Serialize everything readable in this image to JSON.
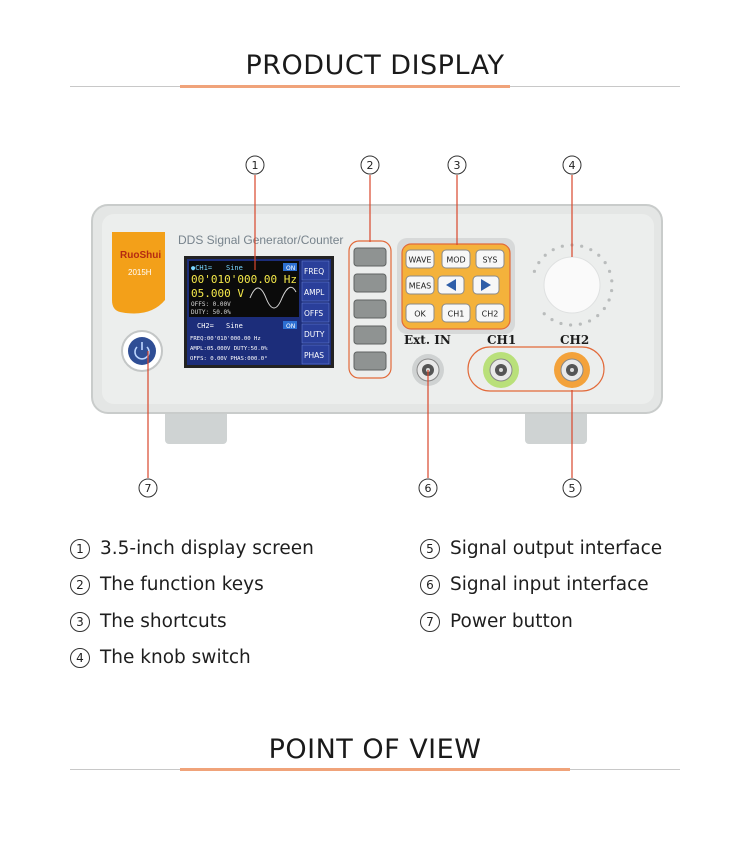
{
  "header": {
    "title": "PRODUCT DISPLAY"
  },
  "footer": {
    "title": "POINT OF VIEW"
  },
  "device": {
    "brand": "RuoShui",
    "model": "2015H",
    "panel_title": "DDS Signal Generator/Counter",
    "screen": {
      "ch1_label": "●CH1=",
      "ch1_wave": "Sine",
      "ch1_state": "ON",
      "freq_value": "00'010'000.00 Hz",
      "ampl_value": "05.000 V",
      "offs_line": "OFFS: 0.00V",
      "duty_line": "DUTY: 50.0%",
      "ch2_label": "CH2=",
      "ch2_wave": "Sine",
      "ch2_state": "ON",
      "ch2_freq": "FREQ:00'010'000.00 Hz",
      "ch2_ampl": "AMPL:05.000V DUTY:50.0%",
      "ch2_offs": "OFFS: 0.00V PHAS:000.0°",
      "menu": [
        "FREQ",
        "AMPL",
        "OFFS",
        "DUTY",
        "PHAS"
      ]
    },
    "shortcuts": [
      "WAVE",
      "MOD",
      "SYS",
      "MEAS",
      "OK",
      "CH1",
      "CH2"
    ],
    "ports": {
      "ext_in": "Ext. IN",
      "ch1": "CH1",
      "ch2": "CH2"
    },
    "callouts": [
      "①",
      "②",
      "③",
      "④",
      "⑤",
      "⑥",
      "⑦"
    ]
  },
  "legend": [
    {
      "num": "1",
      "text": "3.5-inch display screen"
    },
    {
      "num": "2",
      "text": "The function keys"
    },
    {
      "num": "3",
      "text": "The shortcuts"
    },
    {
      "num": "4",
      "text": "The knob switch"
    },
    {
      "num": "5",
      "text": "Signal output interface"
    },
    {
      "num": "6",
      "text": "Signal input interface"
    },
    {
      "num": "7",
      "text": "Power button"
    }
  ],
  "colors": {
    "accent": "#f0a37a",
    "callout_line": "#d9462b",
    "screen_bg": "#1c2d7a",
    "brand": "#f3a019"
  }
}
